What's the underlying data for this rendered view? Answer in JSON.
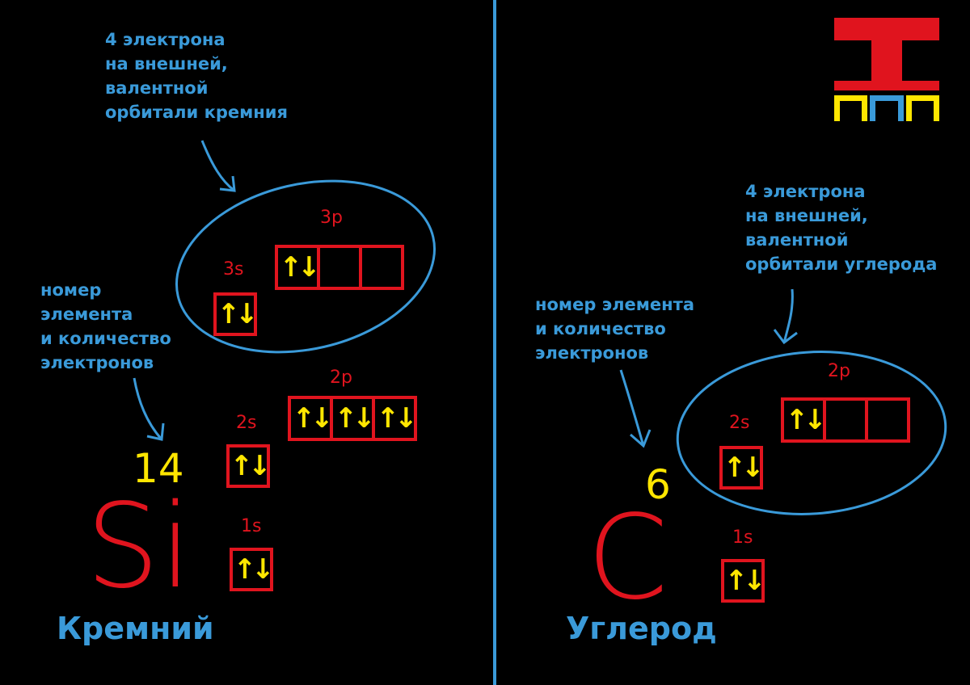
{
  "silicon": {
    "note_valence": [
      "4 электрона",
      "на внешней,",
      "валентной",
      "орбитали кремния"
    ],
    "note_number": [
      "номер",
      "элемента",
      "и количество",
      "электронов"
    ],
    "atomic_number": "14",
    "symbol": "Si",
    "name": "Кремний",
    "labels": {
      "s1": "1s",
      "s2": "2s",
      "p2": "2p",
      "s3": "3s",
      "p3": "3p"
    },
    "cells": {
      "s1": [
        "↑↓"
      ],
      "s2": [
        "↑↓"
      ],
      "p2": [
        "↑↓",
        "↑↓",
        "↑↓"
      ],
      "s3": [
        "↑↓"
      ],
      "p3": [
        "↑↓",
        "",
        ""
      ]
    }
  },
  "carbon": {
    "note_valence": [
      "4 электрона",
      "на внешней,",
      "валентной",
      "орбитали углерода"
    ],
    "note_number": [
      "номер элемента",
      "и количество",
      "электронов"
    ],
    "atomic_number": "6",
    "symbol": "C",
    "name": "Углерод",
    "labels": {
      "s1": "1s",
      "s2": "2s",
      "p2": "2p"
    },
    "cells": {
      "s1": [
        "↑↓"
      ],
      "s2": [
        "↑↓"
      ],
      "p2": [
        "↑↓",
        "",
        ""
      ]
    }
  },
  "colors": {
    "background": "#000000",
    "note_blue": "#3a9ad9",
    "orbital_red": "#e0141e",
    "electron_yellow": "#ffe600"
  },
  "logo": {
    "icon": "homo-logo"
  }
}
